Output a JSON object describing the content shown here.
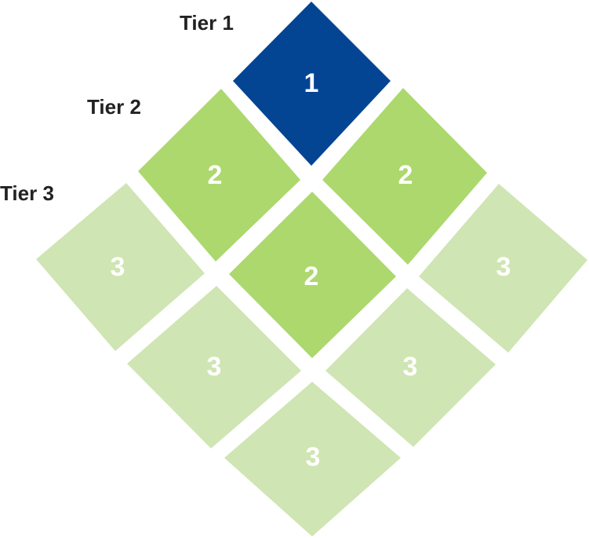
{
  "colors": {
    "tier1": "#044593",
    "tier2": "#acd86d",
    "tier3": "#cfe5b3",
    "number_text": "#ffffff",
    "label_text": "#222222"
  },
  "tier_labels": [
    {
      "text": "Tier 1"
    },
    {
      "text": "Tier 2"
    },
    {
      "text": "Tier 3"
    }
  ],
  "tiles": [
    {
      "tier": 1,
      "number": "1"
    },
    {
      "tier": 2,
      "number": "2"
    },
    {
      "tier": 2,
      "number": "2"
    },
    {
      "tier": 2,
      "number": "2"
    },
    {
      "tier": 3,
      "number": "3"
    },
    {
      "tier": 3,
      "number": "3"
    },
    {
      "tier": 3,
      "number": "3"
    },
    {
      "tier": 3,
      "number": "3"
    },
    {
      "tier": 3,
      "number": "3"
    }
  ]
}
